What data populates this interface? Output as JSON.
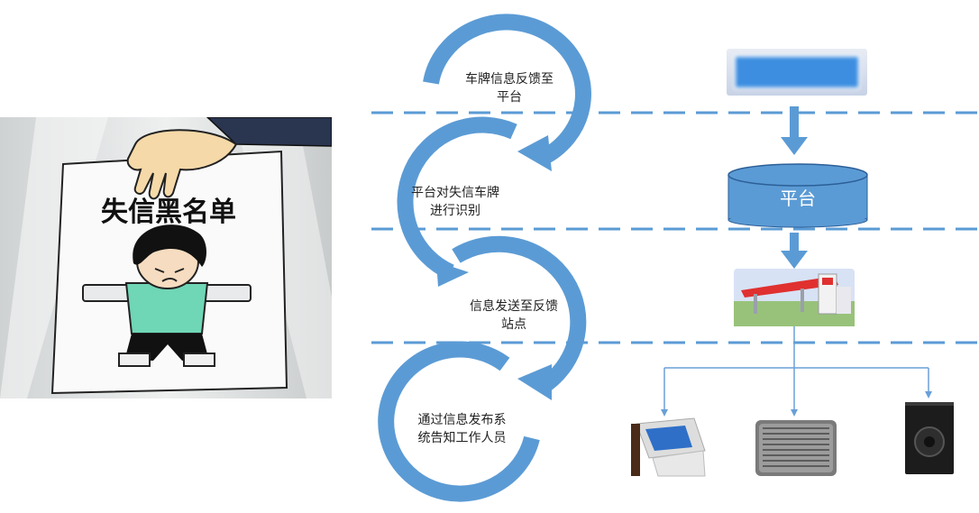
{
  "cartoon": {
    "title": "失信黑名单"
  },
  "steps": [
    {
      "lines": [
        "车牌信息反馈至",
        "平台"
      ]
    },
    {
      "lines": [
        "平台对失信车牌",
        "进行识别"
      ]
    },
    {
      "lines": [
        "信息发送至反馈",
        "站点"
      ]
    },
    {
      "lines": [
        "通过信息发布系",
        "统告知工作人员"
      ]
    }
  ],
  "platform": {
    "label": "平台"
  },
  "devices": [
    {
      "icon": "kiosk-terminal-icon"
    },
    {
      "icon": "led-display-panel-icon"
    },
    {
      "icon": "loudspeaker-icon"
    }
  ],
  "colors": {
    "arrow_blue": "#5b9bd5",
    "dash_blue": "#5b9bd5",
    "connector_blue": "#6aa0d8"
  }
}
